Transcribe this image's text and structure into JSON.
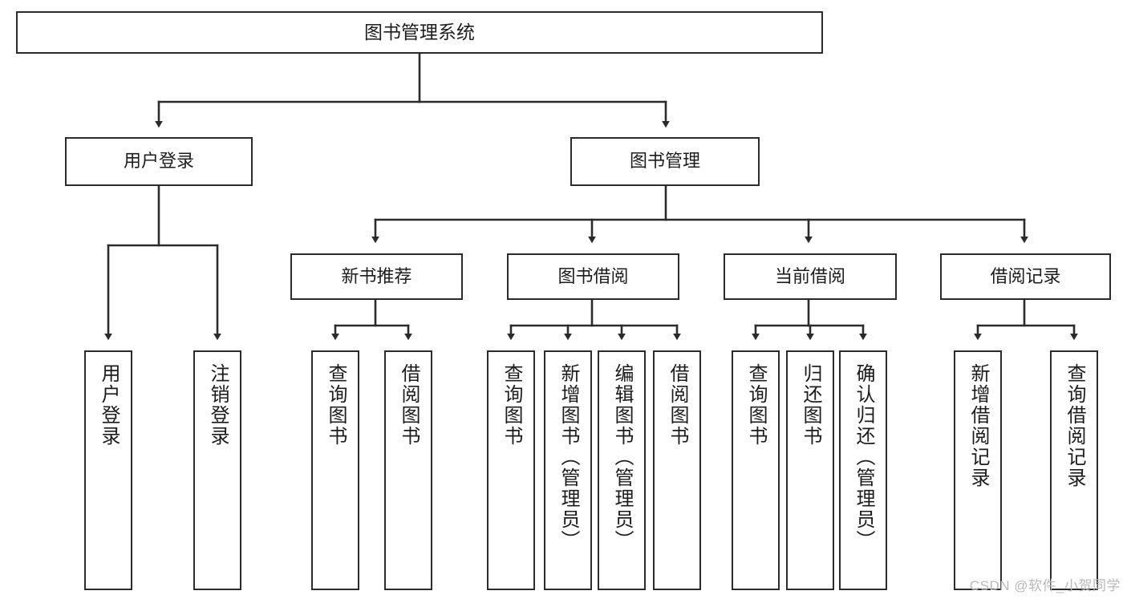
{
  "diagram": {
    "title": "图书管理系统",
    "type": "tree",
    "watermark": "CSDN @软件_小贺同学",
    "colors": {
      "box_border": "#2b2b2b",
      "box_fill": "#ffffff",
      "edge": "#2b2b2b",
      "text": "#1c1c1c",
      "watermark": "#b9b9b9"
    },
    "nodes": {
      "root": {
        "label": "图书管理系统",
        "level": 1
      },
      "user_login": {
        "label": "用户登录",
        "level": 2
      },
      "book_mgmt": {
        "label": "图书管理",
        "level": 2
      },
      "new_book_rec": {
        "label": "新书推荐",
        "level": 3
      },
      "book_borrow": {
        "label": "图书借阅",
        "level": 3
      },
      "current_borrow": {
        "label": "当前借阅",
        "level": 3
      },
      "borrow_record": {
        "label": "借阅记录",
        "level": 3
      }
    },
    "leaves": {
      "user_login": [
        {
          "label": "用户登录"
        },
        {
          "label": "注销登录"
        }
      ],
      "new_book_rec": [
        {
          "label": "查询图书"
        },
        {
          "label": "借阅图书"
        }
      ],
      "book_borrow": [
        {
          "label": "查询图书"
        },
        {
          "label": "新增图书（管理员）"
        },
        {
          "label": "编辑图书（管理员）"
        },
        {
          "label": "借阅图书"
        }
      ],
      "current_borrow": [
        {
          "label": "查询图书"
        },
        {
          "label": "归还图书"
        },
        {
          "label": "确认归还（管理员）"
        }
      ],
      "borrow_record": [
        {
          "label": "新增借阅记录"
        },
        {
          "label": "查询借阅记录"
        }
      ]
    }
  }
}
